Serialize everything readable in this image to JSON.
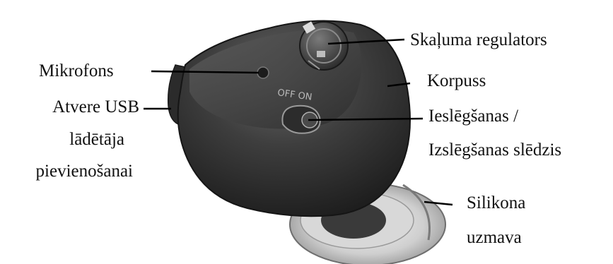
{
  "labels": {
    "mikrofons": "Mikrofons",
    "atvere_line1": "Atvere USB",
    "atvere_line2": "lādētāja",
    "atvere_line3": "pievienošanai",
    "skaluma": "Skaļuma regulators",
    "korpuss": "Korpuss",
    "iesl_line1": "Ieslēgšanas /",
    "iesl_line2": "Izslēgšanas slēdzis",
    "silikona_line1": "Silikona",
    "silikona_line2": "uzmava"
  },
  "device_markings": {
    "off_on": "OFF ON"
  }
}
